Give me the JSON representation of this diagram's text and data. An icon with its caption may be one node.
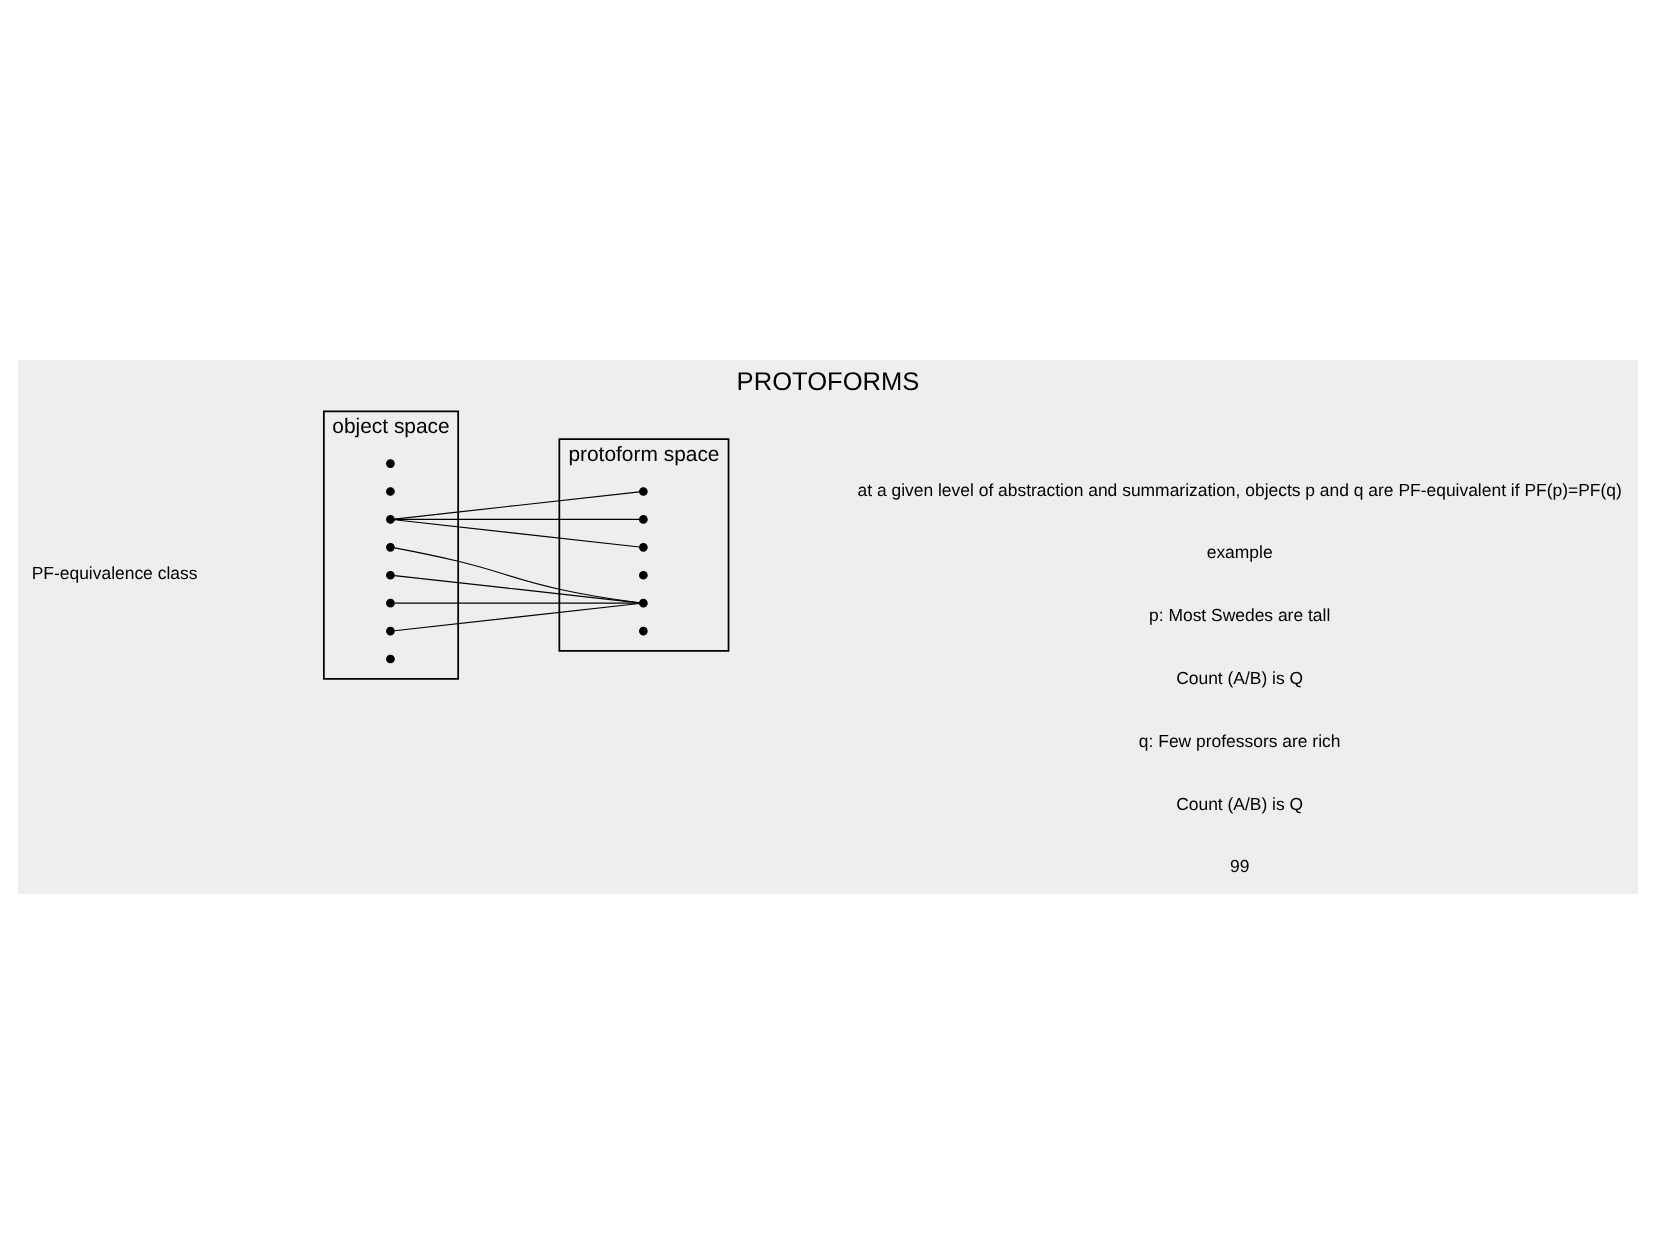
{
  "diagram": {
    "title": "PROTOFORMS",
    "nodes": [
      {
        "text": [
          "object space"
        ]
      },
      {
        "text": [
          "protoform space"
        ]
      },
      {
        "text": [],
        "shape": "circle",
        "in": 0
      },
      {
        "text": [],
        "shape": "circle",
        "in": 0
      },
      {
        "text": [],
        "shape": "circle",
        "in": 0
      },
      {
        "text": [],
        "shape": "circle",
        "in": 0
      },
      {
        "text": [],
        "shape": "circle",
        "in": 0
      },
      {
        "text": [],
        "shape": "circle",
        "in": 0
      },
      {
        "text": [],
        "shape": "circle",
        "in": 0
      },
      {
        "text": [],
        "shape": "circle",
        "in": 0
      },
      {
        "text": [],
        "shape": "circle",
        "in": 1
      },
      {
        "text": [],
        "shape": "circle",
        "in": 1
      },
      {
        "text": [],
        "shape": "circle",
        "in": 1
      },
      {
        "text": [],
        "shape": "circle",
        "in": 1
      },
      {
        "text": [],
        "shape": "circle",
        "in": 1
      },
      {
        "text": [],
        "shape": "circle",
        "in": 1
      }
    ],
    "edges": [
      {
        "from": 4,
        "to": 10,
        "arrow": "none"
      },
      {
        "from": 4,
        "to": 11,
        "arrow": "none"
      },
      {
        "from": 4,
        "to": 12,
        "arrow": "none"
      },
      {
        "from": 5,
        "to": 14,
        "arrow": "none"
      },
      {
        "from": 6,
        "to": 14,
        "arrow": "none"
      },
      {
        "from": 7,
        "to": 14,
        "arrow": "none"
      },
      {
        "from": 8,
        "to": 14,
        "arrow": "none"
      }
    ],
    "labels": [
      "PF-equivalence class",
      "at a given level of abstraction and summarization, objects p and q are PF-equivalent if PF(p)=PF(q)",
      "example",
      "p: Most Swedes are tall",
      "Count (A/B) is Q",
      "q: Few professors are rich",
      "Count (A/B) is Q",
      "99"
    ]
  }
}
